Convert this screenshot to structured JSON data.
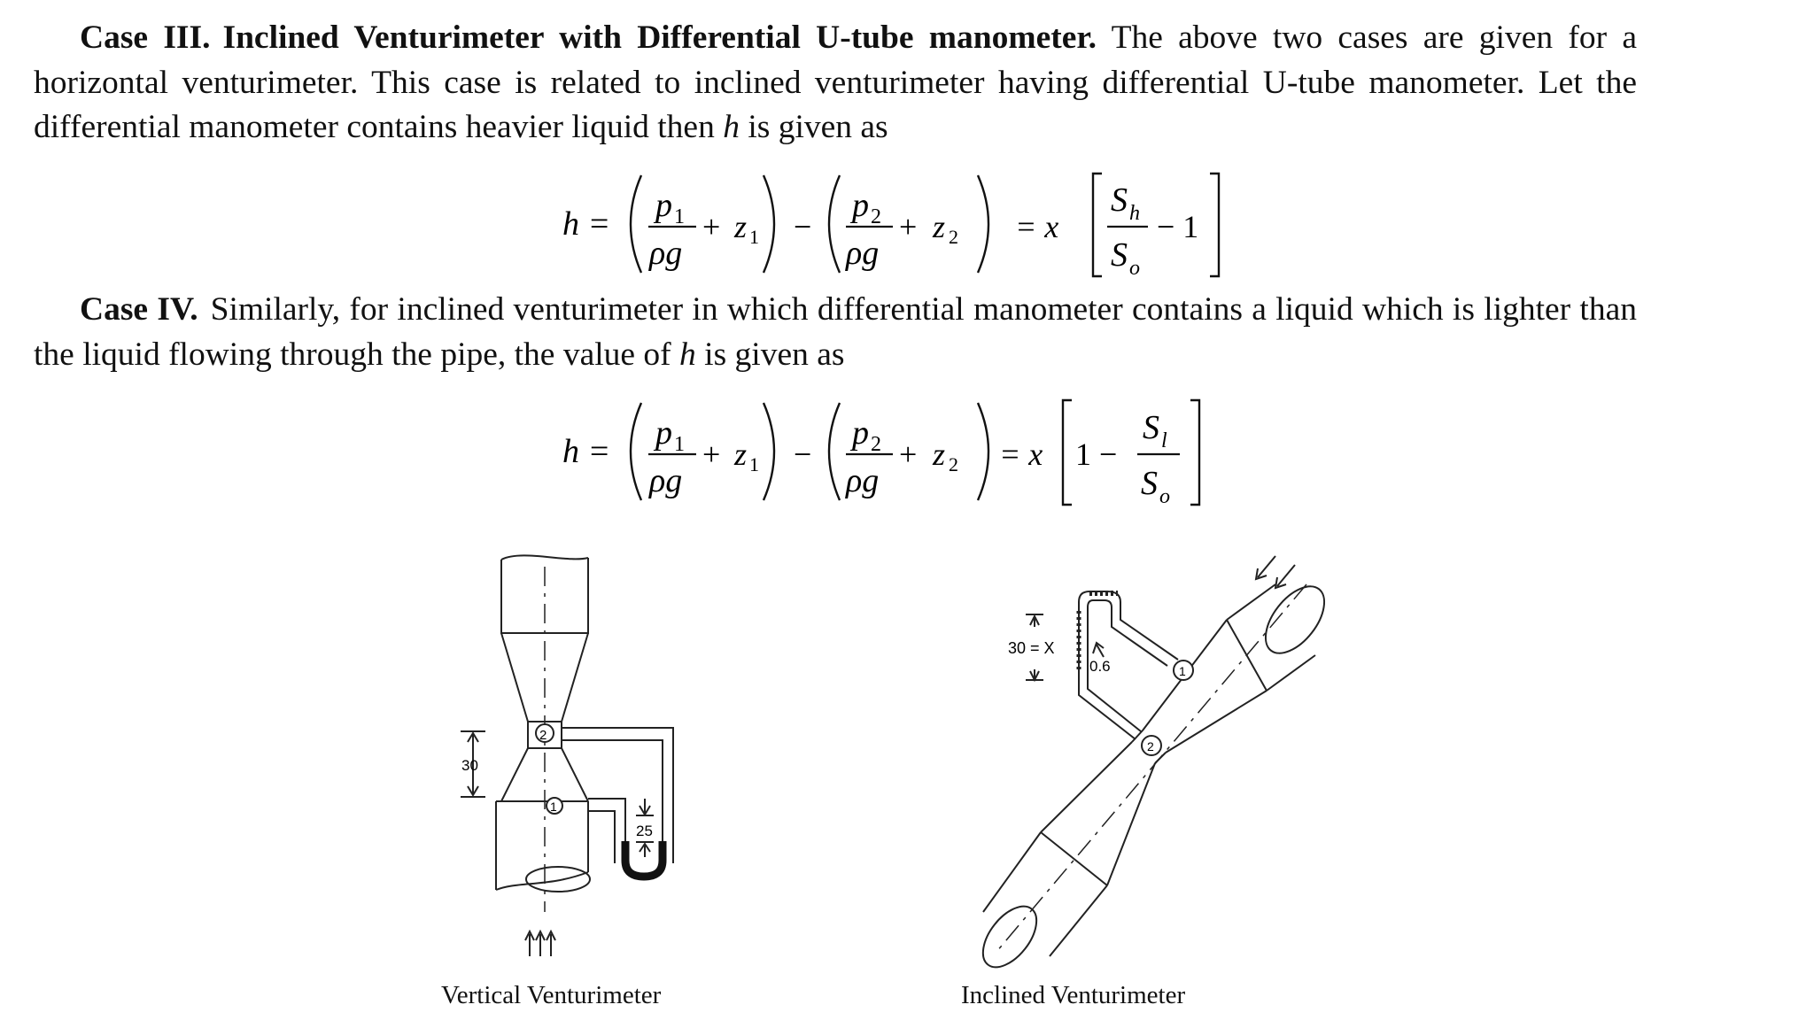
{
  "case3": {
    "heading": "Case III.",
    "title": "Inclined Venturimeter with Differential U-tube manometer.",
    "text_a": "The above two cases are given for a horizontal venturimeter. This case is related to inclined venturimeter having differential U-tube manometer. Let the differential manometer contains heavier liquid then",
    "var": "h",
    "text_b": "is given as"
  },
  "case4": {
    "heading": "Case IV.",
    "text_a": "Similarly, for inclined venturimeter in which differential manometer contains a liquid which is lighter than the liquid flowing through the pipe, the value of",
    "var": "h",
    "text_b": "is given as"
  },
  "eq1": {
    "lhs": "h =",
    "p1": "p",
    "p1_sub": "1",
    "p2": "p",
    "p2_sub": "2",
    "den": "ρg",
    "plus": "+",
    "z1": "z",
    "z1_sub": "1",
    "z2": "z",
    "z2_sub": "2",
    "minus": "−",
    "eqx": "= x",
    "num": "S",
    "num_sub": "h",
    "den2": "S",
    "den2_sub": "o",
    "tail": "− 1"
  },
  "eq2": {
    "lhs": "h =",
    "p1": "p",
    "p1_sub": "1",
    "p2": "p",
    "p2_sub": "2",
    "den": "ρg",
    "plus": "+",
    "z1": "z",
    "z1_sub": "1",
    "z2": "z",
    "z2_sub": "2",
    "minus": "−",
    "eqx": "= x",
    "one": "1 −",
    "num": "S",
    "num_sub": "l",
    "den2": "S",
    "den2_sub": "o"
  },
  "vertical_fig": {
    "label": "Vertical Venturimeter",
    "dim_30": "30",
    "dim_25": "25",
    "section1": "1",
    "section2": "2",
    "flow_arrows": "flow-arrows-up"
  },
  "inclined_fig": {
    "label": "Inclined Venturimeter",
    "dim": "30 = X",
    "dim_06": "0.6",
    "section1": "1",
    "section2": "2",
    "flow_arrows": "flow-arrows-down"
  }
}
